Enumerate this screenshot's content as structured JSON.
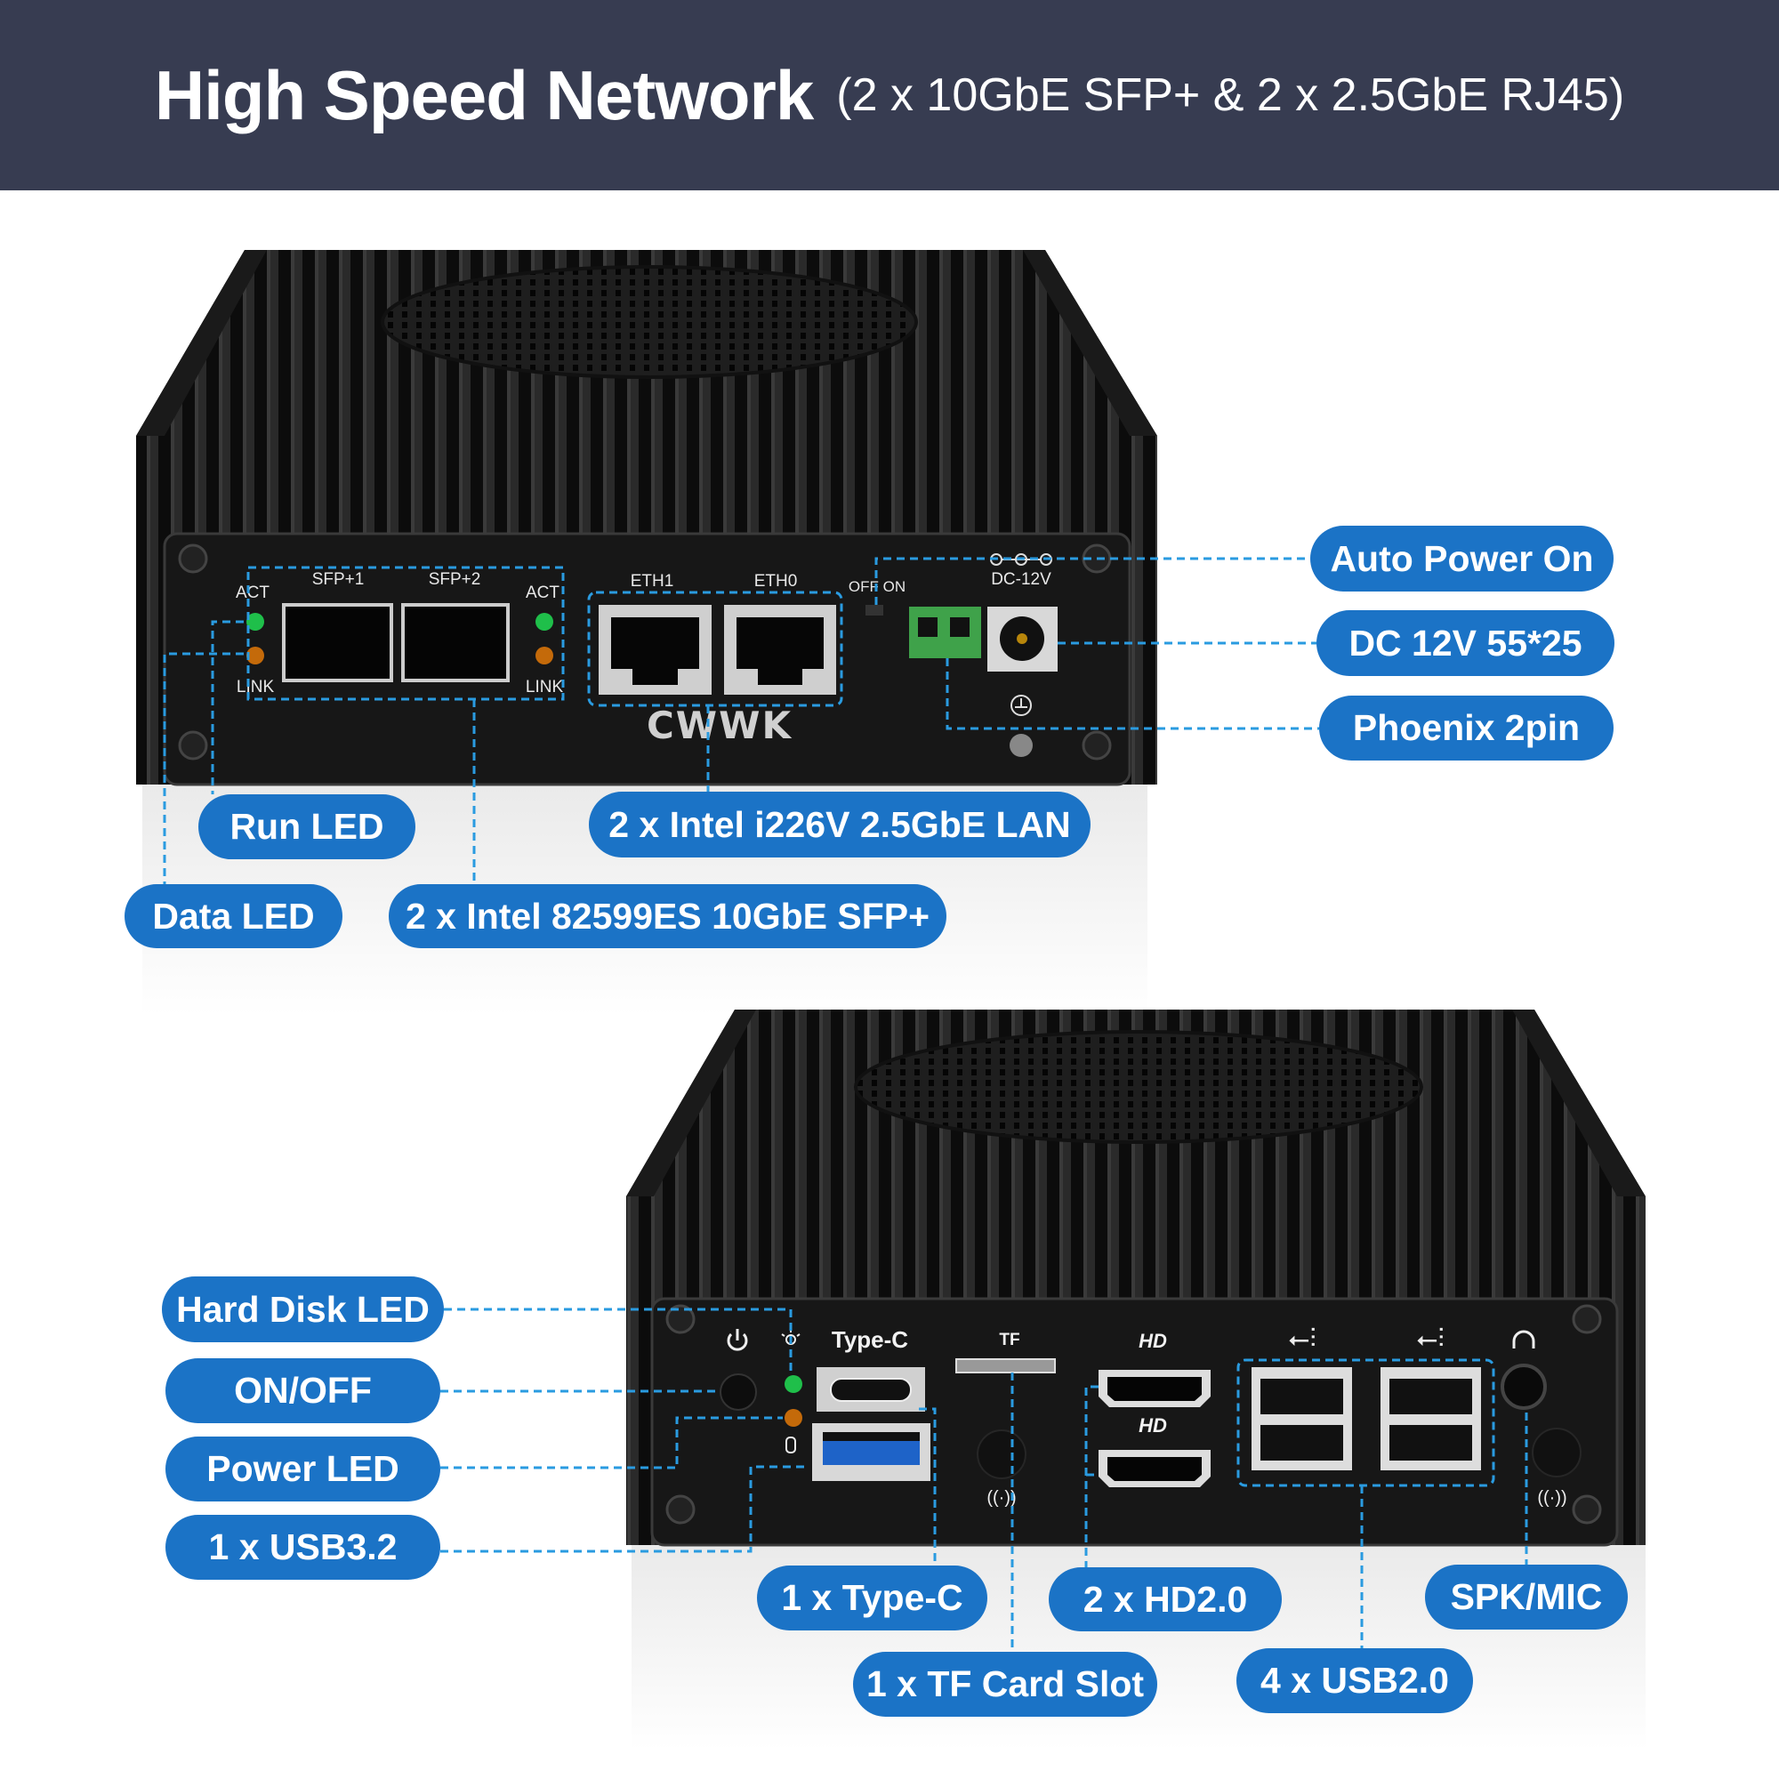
{
  "header": {
    "title": "High Speed Network",
    "subtitle": "(2 x 10GbE SFP+ & 2 x 2.5GbE RJ45)"
  },
  "colors": {
    "header_bg": "#373c51",
    "callout": "#1b73c6",
    "leader_line": "#2a9be0",
    "led_green": "#1fbf4a",
    "led_orange": "#c46a0a",
    "phoenix_green": "#3fa24a"
  },
  "device_back": {
    "port_labels": {
      "act_left": "ACT",
      "link_left": "LINK",
      "sfp1": "SFP+1",
      "sfp2": "SFP+2",
      "act_right": "ACT",
      "link_right": "LINK",
      "eth1": "ETH1",
      "eth0": "ETH0",
      "switch": "OFF ON",
      "dc": "DC-12V"
    },
    "logo": "CWWK",
    "callouts": {
      "auto_power_on": "Auto Power On",
      "dc_jack": "DC 12V 55*25",
      "phoenix": "Phoenix 2pin",
      "run_led": "Run LED",
      "lan": "2 x Intel i226V 2.5GbE LAN",
      "data_led": "Data LED",
      "sfp": "2 x Intel 82599ES 10GbE SFP+"
    }
  },
  "device_front": {
    "port_labels": {
      "typec": "Type-C",
      "tf": "TF",
      "hd": "HD"
    },
    "icons": [
      "power-icon",
      "light-icon",
      "disk-icon",
      "usb-icon",
      "headset-icon",
      "antenna-icon",
      "hdmi-icon"
    ],
    "callouts": {
      "hdd_led": "Hard Disk LED",
      "onoff": "ON/OFF",
      "power_led": "Power LED",
      "usb32": "1 x USB3.2",
      "typec": "1 x Type-C",
      "hd": "2 x HD2.0",
      "spk": "SPK/MIC",
      "tf": "1 x TF Card Slot",
      "usb20": "4 x USB2.0"
    }
  }
}
